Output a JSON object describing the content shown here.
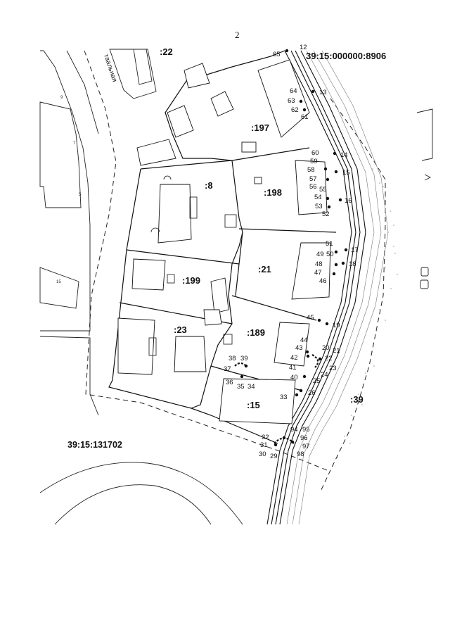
{
  "page": {
    "number": "2"
  },
  "cadastral": {
    "quarter_top": "39:15:000000:8906",
    "quarter_left": "39:15:131702",
    "quarter_right": ":39"
  },
  "street_name": "таальная",
  "parcels": [
    {
      "id": "p22",
      "label": ":22"
    },
    {
      "id": "p197",
      "label": ":197"
    },
    {
      "id": "p8",
      "label": ":8"
    },
    {
      "id": "p198",
      "label": ":198"
    },
    {
      "id": "p21",
      "label": ":21"
    },
    {
      "id": "p199",
      "label": ":199"
    },
    {
      "id": "p23",
      "label": ":23"
    },
    {
      "id": "p189",
      "label": ":189"
    },
    {
      "id": "p15",
      "label": ":15"
    }
  ],
  "points": [
    "12",
    "13",
    "14",
    "15",
    "16",
    "17",
    "18",
    "19",
    "20",
    "21",
    "22",
    "23",
    "24",
    "25",
    "26",
    "29",
    "30",
    "31",
    "32",
    "33",
    "34",
    "35",
    "36",
    "37",
    "38",
    "39",
    "40",
    "41",
    "42",
    "43",
    "44",
    "45",
    "46",
    "47",
    "48",
    "49",
    "50",
    "51",
    "52",
    "53",
    "54",
    "55",
    "56",
    "57",
    "58",
    "59",
    "60",
    "61",
    "62",
    "63",
    "64",
    "65",
    "94",
    "95",
    "96",
    "97",
    "98"
  ],
  "house_numbers": [
    "9",
    "7",
    "5",
    "15"
  ]
}
